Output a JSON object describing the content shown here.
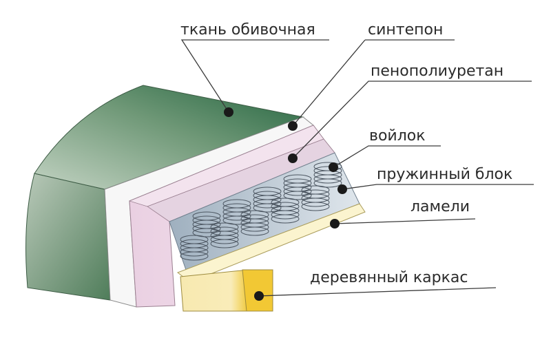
{
  "labels": {
    "fabric": "ткань обивочная",
    "sintepon": "синтепон",
    "ppu": "пенополиуретан",
    "felt": "войлок",
    "springs": "пружинный блок",
    "lamels": "ламели",
    "frame": "деревянный каркас"
  },
  "colors": {
    "fabric_dark": "#2f6b45",
    "fabric_light": "#c7d6c7",
    "sintepon": "#f5f5f5",
    "ppu": "#f0d9ea",
    "felt": "#e9dbe6",
    "springs_bg": "#c7d0d8",
    "lamels": "#fbf4cf",
    "wood": "#f5d24a",
    "text": "#2b2b2b"
  }
}
